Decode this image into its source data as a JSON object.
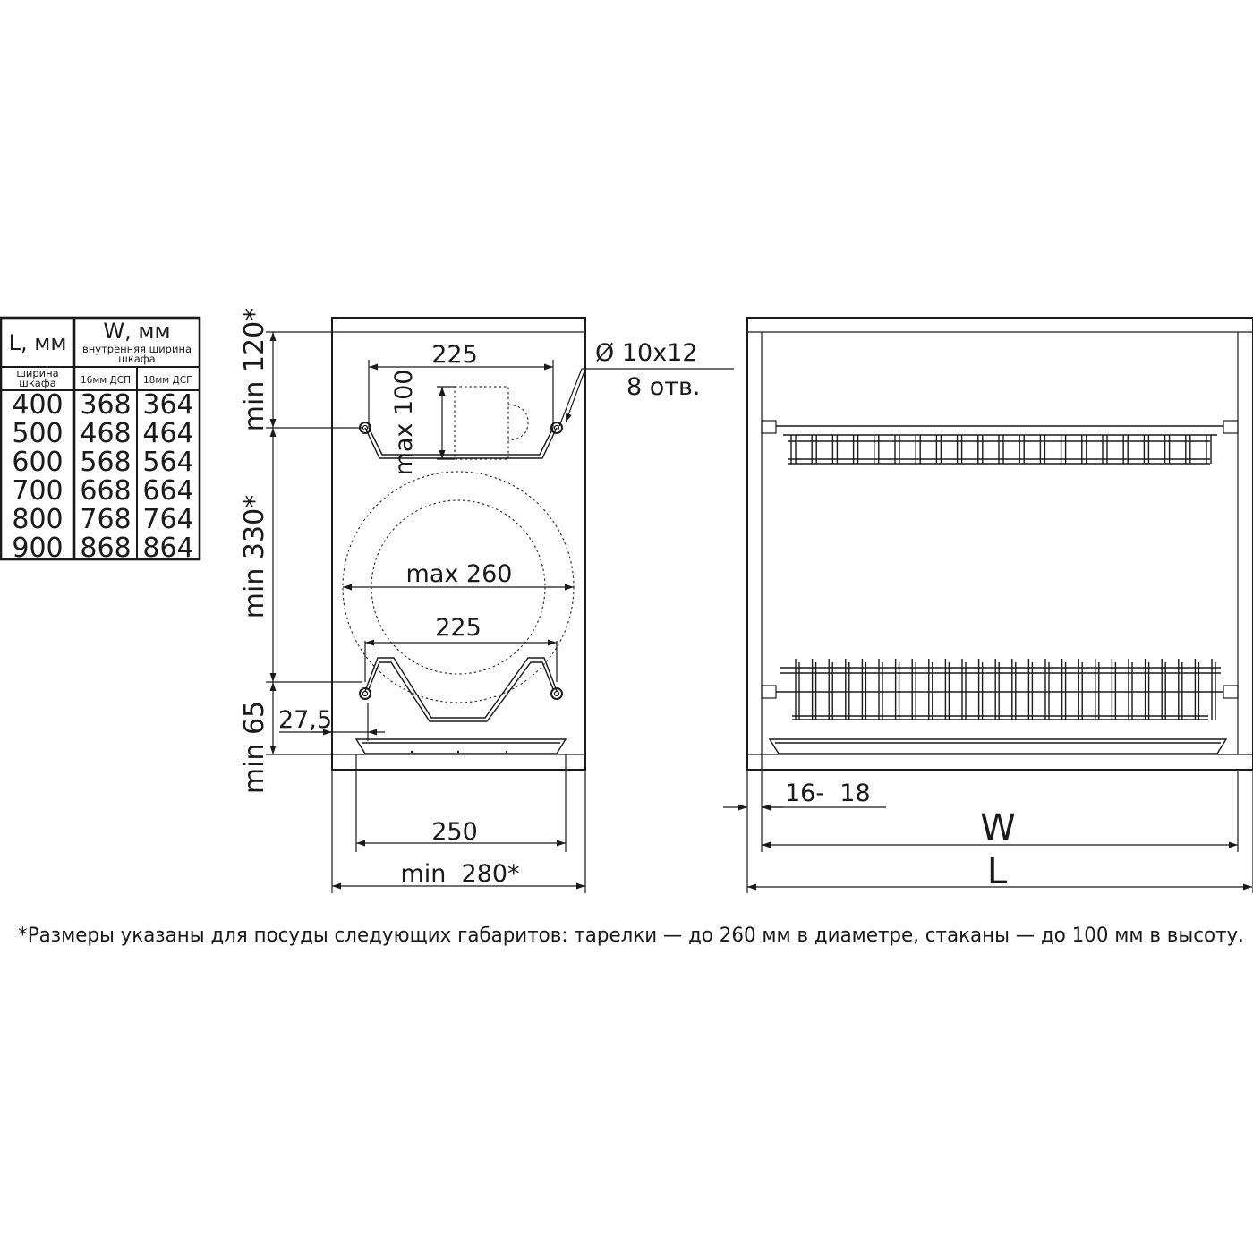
{
  "table": {
    "col_l_header": "L, мм",
    "col_w_header": "W, мм",
    "col_w_sub": [
      "внутренняя ширина",
      "шкафа"
    ],
    "col_l_sub": [
      "ширина",
      "шкафа"
    ],
    "col_16_header": "16мм ДСП",
    "col_18_header": "18мм ДСП",
    "rows": [
      {
        "l": "400",
        "w16": "368",
        "w18": "364"
      },
      {
        "l": "500",
        "w16": "468",
        "w18": "464"
      },
      {
        "l": "600",
        "w16": "568",
        "w18": "564"
      },
      {
        "l": "700",
        "w16": "668",
        "w18": "664"
      },
      {
        "l": "800",
        "w16": "768",
        "w18": "764"
      },
      {
        "l": "900",
        "w16": "868",
        "w18": "864"
      }
    ]
  },
  "side_view": {
    "dim_min_120": "min 120*",
    "dim_min_330": "min 330*",
    "dim_min_65": "min 65",
    "dim_cup_width": "225",
    "dim_cup_height": "max 100",
    "dim_hole": "Ø 10x12",
    "dim_hole_count": "8 отв.",
    "dim_plate": "max 260",
    "dim_plate_width": "225",
    "dim_offset": "27,5",
    "dim_bottom_inner": "250",
    "dim_bottom_outer": "min  280*"
  },
  "front_view": {
    "dim_thickness": "16-  18",
    "dim_w": "W",
    "dim_l": "L"
  },
  "footnote": "*Размеры указаны для посуды следующих габаритов: тарелки — до 260 мм в диаметре, стаканы — до 100 мм в высоту."
}
